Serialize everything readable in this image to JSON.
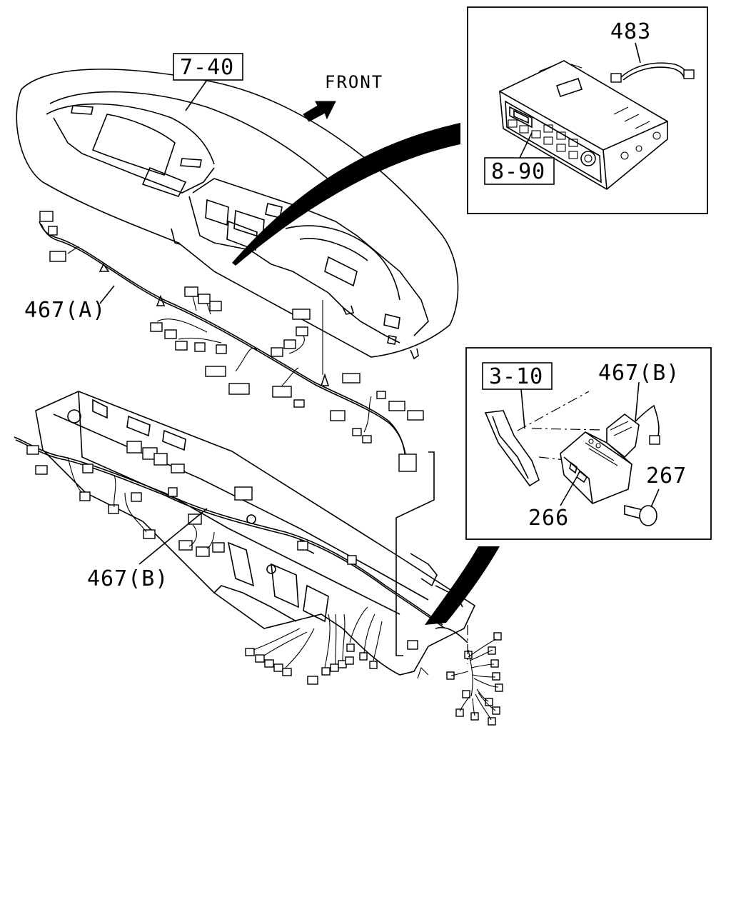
{
  "callouts": {
    "ref_7_40": "7-40",
    "ref_8_90": "8-90",
    "ref_3_10": "3-10",
    "part_483": "483",
    "part_467a": "467(A)",
    "part_467b_main": "467(B)",
    "part_467b_inset": "467(B)",
    "part_266": "266",
    "part_267": "267"
  },
  "direction": {
    "front_label": "FRONT",
    "icon": "arrow-icon"
  },
  "colors": {
    "line": "#000000",
    "background": "#ffffff"
  }
}
